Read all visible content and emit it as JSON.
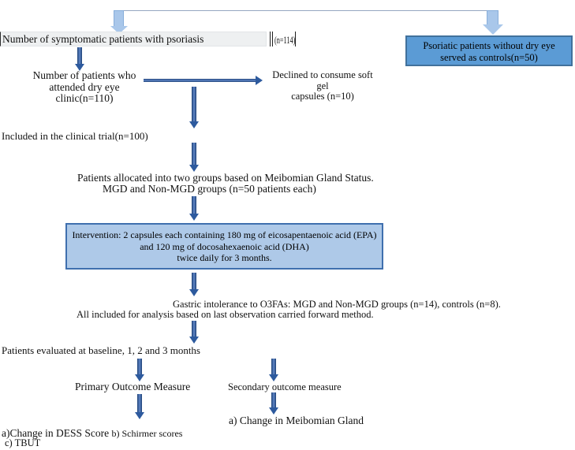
{
  "flowchart": {
    "top_box": {
      "label": "Number of symptomatic patients with psoriasis",
      "count": "(n=114)"
    },
    "controls_box": {
      "line1": "Psoriatic patients without dry eye",
      "line2": "served as controls(n=50)"
    },
    "attended": {
      "line1": "Number of patients who",
      "line2": "attended dry eye",
      "line3": "clinic(n=110)"
    },
    "declined": {
      "line1": "Declined to consume soft gel",
      "line2": "capsules (n=10)"
    },
    "included": "Included in the clinical trial(n=100)",
    "allocation": {
      "line1": "Patients allocated into two groups based on Meibomian Gland Status.",
      "line2": "MGD and Non-MGD groups (n=50 patients each)"
    },
    "intervention": {
      "line1": "Intervention: 2 capsules each containing 180 mg of eicosapentaenoic acid (EPA)",
      "line2": "and 120 mg of docosahexaenoic acid (DHA)",
      "line3": "twice daily for 3 months."
    },
    "gastric": {
      "line1": "Gastric intolerance to O3FAs: MGD and Non-MGD groups (n=14), controls (n=8).",
      "line2": "All included for analysis based on last observation carried forward method."
    },
    "evaluated": "Patients evaluated at baseline, 1, 2 and 3 months",
    "primary_outcome": "Primary Outcome Measure",
    "secondary_outcome": "Secondary outcome measure",
    "secondary_result": "a) Change in Meibomian Gland",
    "primary_results": {
      "a": "a)Change in DESS Score",
      "b": "b) Schirmer scores",
      "c": "c) TBUT"
    }
  },
  "colors": {
    "dark_arrow": "#2d5a9e",
    "light_arrow_fill": "#a9c7ea",
    "light_arrow_border": "#87aeda",
    "connector_line": "#96a7c1",
    "controls_box_fill": "#5b9bd5",
    "controls_box_border": "#41719c",
    "intervention_fill": "#aec9e8",
    "intervention_border": "#3f6fae",
    "top_box_fill": "#eef0f1"
  }
}
